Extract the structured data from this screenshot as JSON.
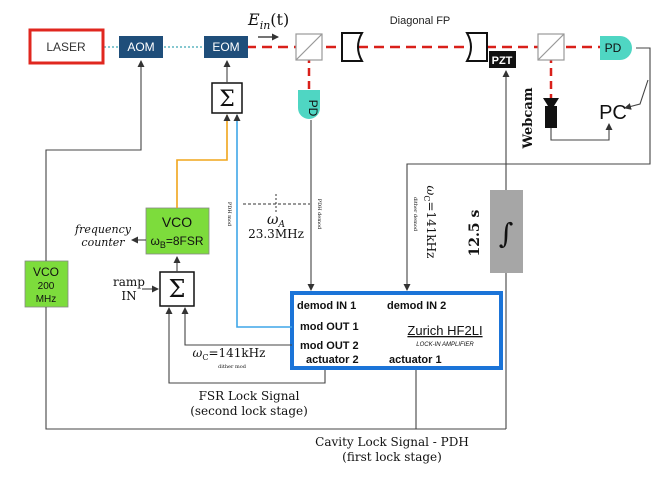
{
  "labels": {
    "laser": "LASER",
    "aom": "AOM",
    "eom": "EOM",
    "ein_main": "E",
    "ein_sub": "in",
    "ein_arg": "(t)",
    "diagonal_fp": "Diagonal FP",
    "pzt": "PZT",
    "pd_right": "PD",
    "pd_bottom": "PD",
    "pc": "PC",
    "webcam": "Webcam",
    "sigma": "Σ",
    "integrator": "∫",
    "integrator_time": "12.5 s",
    "vco_main_title": "VCO",
    "vco_main_sub": "ω",
    "vco_main_sub_index": "B",
    "vco_main_value": "=8FSR",
    "freq_counter_line1": "frequency",
    "freq_counter_line2": "counter",
    "vco_200_line1": "VCO",
    "vco_200_line2": "200",
    "vco_200_line3": "MHz",
    "ramp_line1": "ramp",
    "ramp_line2": "IN",
    "pdh_mod_small": "PDH mod",
    "pdh_demod_small": "PDH demod",
    "dither_demod_small": "dither demod",
    "omega_a": "ω",
    "omega_a_index": "A",
    "omega_a_value": "23.3MHz",
    "omega_c_vertical": "ω",
    "omega_c_vertical_index": "C",
    "omega_c_vertical_value": "=141kHz",
    "omega_c_bottom": "ω",
    "omega_c_bottom_index": "C",
    "omega_c_bottom_value": "=141kHz",
    "dither_mod_small": "dither mod",
    "demod_in_1": "demod IN 1",
    "demod_in_2": "demod IN 2",
    "mod_out_1": "mod OUT 1",
    "mod_out_2": "mod OUT 2",
    "actuator_2": "actuator 2",
    "actuator_1": "actuator 1",
    "zurich_name": "Zurich HF2LI",
    "zurich_sub": "LOCK-IN AMPLIFIER",
    "fsr_lock_line1": "FSR Lock Signal",
    "fsr_lock_line2": "(second lock stage)",
    "cavity_lock_line1": "Cavity Lock Signal - PDH",
    "cavity_lock_line2": "(first lock stage)"
  },
  "colors": {
    "laser_border": "#e0271f",
    "modulator_fill": "#1f4e7a",
    "detector_fill": "#4fd6c3",
    "vco_fill": "#7ddc3c",
    "integrator_fill": "#a6a6a6",
    "lockin_border": "#1b74d8",
    "beam_red": "#d9201a",
    "beam_cyan": "#3fa7b3",
    "wire_orange": "#f0a51c",
    "wire_blue": "#3fa6e8"
  }
}
